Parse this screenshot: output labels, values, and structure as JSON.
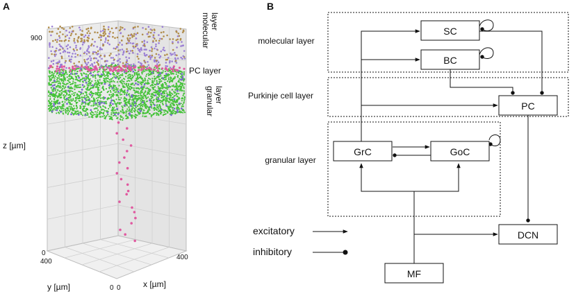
{
  "panel_a": {
    "label": "A",
    "zlabel": "z [µm]",
    "ylabel": "y [µm]",
    "xlabel": "x [µm]",
    "z_tick_top": "900",
    "z_tick_bottom": "0",
    "y_tick_far": "400",
    "y_tick_near": "0",
    "x_tick_near": "0",
    "x_tick_far": "400",
    "layer_molecular_line1": "molecular",
    "layer_molecular_line2": "layer",
    "layer_pc": "PC layer",
    "layer_granular_line1": "granular",
    "layer_granular_line2": "layer",
    "colors": {
      "molecular_a": "#b08c4a",
      "molecular_b": "#9b7fd4",
      "pc": "#e05aa0",
      "granular": "#44c238",
      "golgi": "#7a6ad0"
    }
  },
  "panel_b": {
    "label": "B",
    "region_molecular": "molecular layer",
    "region_purkinje": "Purkinje cell layer",
    "region_granular": "granular layer",
    "cell_sc": "SC",
    "cell_bc": "BC",
    "cell_pc": "PC",
    "cell_grc": "GrC",
    "cell_goc": "GoC",
    "cell_dcn": "DCN",
    "cell_mf": "MF",
    "legend_excitatory": "excitatory",
    "legend_inhibitory": "inhibitory"
  }
}
